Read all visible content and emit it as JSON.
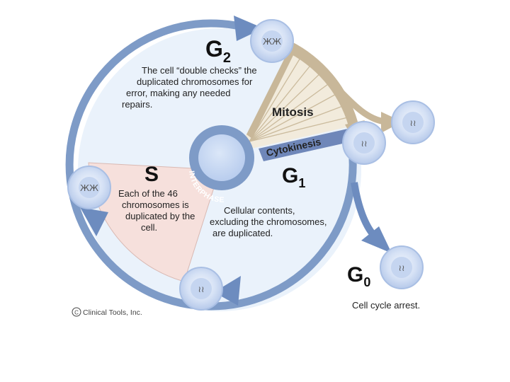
{
  "phases": {
    "g2": {
      "letter": "G",
      "sub": "2",
      "desc": [
        "The cell “double checks” the",
        "duplicated chromosomes for",
        "error, making any needed",
        "repairs."
      ]
    },
    "s": {
      "letter": "S",
      "desc": [
        "Each of the 46",
        "chromosomes is",
        "duplicated by the",
        "cell."
      ]
    },
    "g1": {
      "letter": "G",
      "sub": "1",
      "desc": [
        "Cellular contents,",
        "excluding the chromosomes,",
        "are duplicated."
      ]
    },
    "g0": {
      "letter": "G",
      "sub": "0",
      "desc": [
        "Cell cycle arrest."
      ]
    }
  },
  "labels": {
    "mitosis": "Mitosis",
    "cytokinesis": "Cytokinesis",
    "interphase": "INTERPHASE"
  },
  "copyright": "Clinical Tools, Inc.",
  "copyright_symbol": "C",
  "colors": {
    "ring": "#7f9cc6",
    "ring_dark": "#5f7fae",
    "interior": "#e8f1fb",
    "s_sector": "#f6e1dd",
    "mitosis_band": "#c9b89a",
    "mitosis_fill": "#efe7d6",
    "cell_fill": "#c9d8f2",
    "cell_stroke": "#aac0e4"
  }
}
